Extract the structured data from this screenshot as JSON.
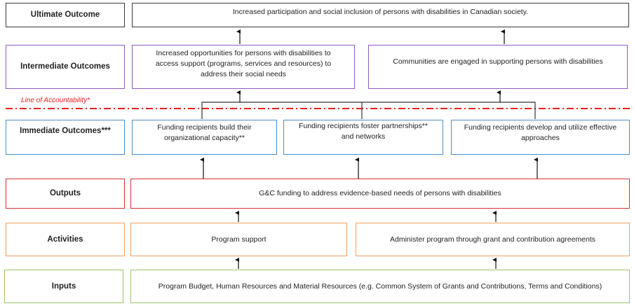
{
  "rows": {
    "ultimate": {
      "label": "Ultimate Outcome",
      "items": [
        "Increased participation and social inclusion of persons with disabilities in Canadian society."
      ]
    },
    "intermediate": {
      "label": "Intermediate Outcomes",
      "items": [
        "Increased opportunities for persons with disabilities to access support (programs, services and resources) to address their social needs",
        "Communities are engaged in supporting persons with disabilities"
      ]
    },
    "immediate": {
      "label": "Immediate Outcomes***",
      "items": [
        "Funding recipients build their organizational capacity**",
        "Funding recipients foster partnerships** and networks",
        "Funding recipients develop and utilize effective approaches"
      ]
    },
    "outputs": {
      "label": "Outputs",
      "items": [
        "G&C funding to address evidence-based needs of persons with disabilities"
      ]
    },
    "activities": {
      "label": "Activities",
      "items": [
        "Program support",
        "Administer program through grant and contribution agreements"
      ]
    },
    "inputs": {
      "label": "Inputs",
      "items": [
        "Program Budget, Human Resources and Material Resources (e.g. Common System of Grants and Contributions, Terms and Conditions)"
      ]
    }
  },
  "line_of_accountability": "Line of Accountability*",
  "colors": {
    "ultimate": "#3a3a3a",
    "intermediate": "#8e5cc0",
    "immediate": "#4a90cc",
    "outputs": "#d53232",
    "activities": "#f0a060",
    "inputs": "#9cc46a",
    "accountability_line": "#ee1c1c"
  }
}
